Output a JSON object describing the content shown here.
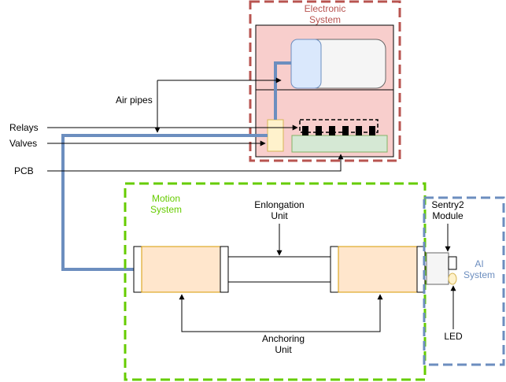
{
  "groups": {
    "electronic": {
      "line1": "Electronic",
      "line2": "System",
      "color": "#b85450"
    },
    "motion": {
      "line1": "Motion",
      "line2": "System",
      "color": "#66cc00"
    },
    "ai": {
      "line1": "AI",
      "line2": "System",
      "color": "#6c8ebf"
    }
  },
  "labels": {
    "air_pipes": "Air pipes",
    "relays": "Relays",
    "valves": "Valves",
    "pcb": "PCB",
    "elongation_1": "Enlongation",
    "elongation_2": "Unit",
    "anchoring_1": "Anchoring",
    "anchoring_2": "Unit",
    "sentry_1": "Sentry2",
    "sentry_2": "Module",
    "led": "LED"
  },
  "colors": {
    "electronic_fill": "#f8cecc",
    "tank_fill": "#dae8fc",
    "tank_stroke": "#6c8ebf",
    "pump_fill": "#f5f5f5",
    "pcb_fill": "#d5e8d4",
    "pcb_stroke": "#82b366",
    "valve_fill": "#fff2cc",
    "valve_stroke": "#d6b656",
    "unit_fill": "#ffe6cc",
    "unit_stroke": "#d79b00",
    "pipe": "#6c8ebf"
  }
}
